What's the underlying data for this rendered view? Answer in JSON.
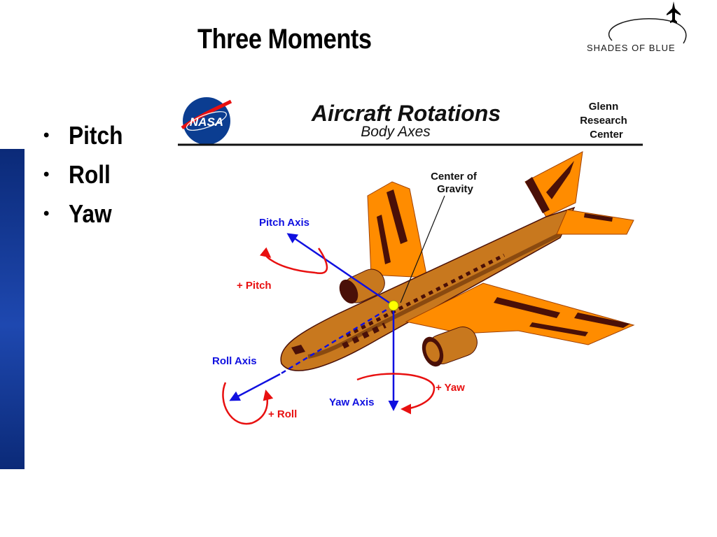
{
  "slide": {
    "title": "Three Moments",
    "bullets": [
      "Pitch",
      "Roll",
      "Yaw"
    ]
  },
  "logo": {
    "text": "SHADES OF BLUE"
  },
  "figure": {
    "badge": "NASA",
    "title": "Aircraft Rotations",
    "subtitle": "Body Axes",
    "center_lines": [
      "Glenn",
      "Research",
      "Center"
    ],
    "labels": {
      "cg_lines": [
        "Center of",
        "Gravity"
      ],
      "pitch_axis": "Pitch Axis",
      "plus_pitch": "+ Pitch",
      "roll_axis": "Roll Axis",
      "plus_roll": "+ Roll",
      "yaw_axis": "Yaw Axis",
      "plus_yaw": "+ Yaw"
    }
  },
  "colors": {
    "axis_blue": "#1010e0",
    "rotation_red": "#e81010",
    "fuselage": "#c8781e",
    "wing": "#ff8c00",
    "accent_dark": "#4a1008",
    "cg_yellow": "#ffff00",
    "sidebar_blue": "#1a3fa0"
  }
}
